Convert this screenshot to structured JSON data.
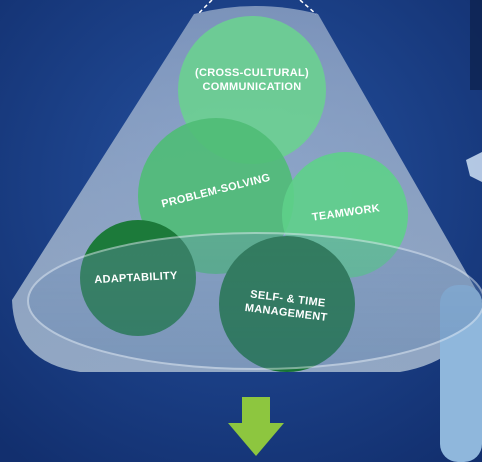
{
  "skills": {
    "communication": "(CROSS-CULTURAL)\nCOMMUNICATION",
    "problem_solving": "PROBLEM-SOLVING",
    "teamwork": "TEAMWORK",
    "adaptability": "ADAPTABILITY",
    "self_time": "SELF- & TIME\nMANAGEMENT"
  },
  "colors": {
    "background": "#173f86",
    "funnel": "#aebfd3",
    "bubble_light": "#6bcf91",
    "bubble_mid": "#2fa85b",
    "bubble_dark": "#1c7a3a",
    "arrow": "#8dc63f"
  },
  "icons": {
    "down_arrow": "down-arrow-icon",
    "person_silhouette": "person-silhouette"
  }
}
